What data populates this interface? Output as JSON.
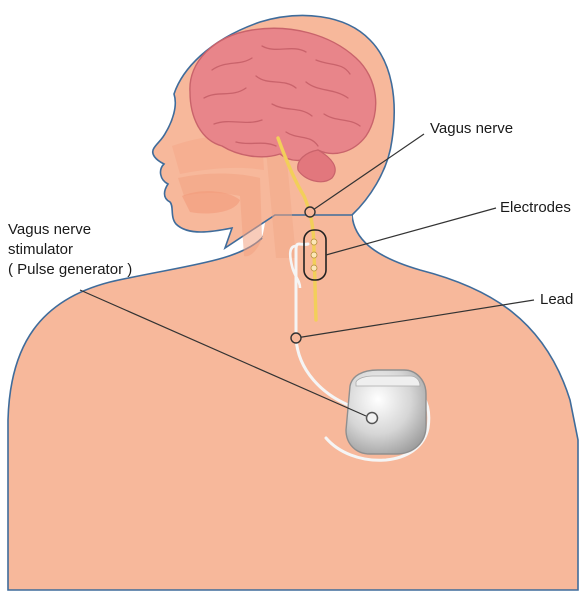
{
  "labels": {
    "vagus_nerve": "Vagus nerve",
    "electrodes": "Electrodes",
    "lead": "Lead",
    "stimulator_line1": "Vagus nerve",
    "stimulator_line2": "stimulator",
    "stimulator_line3": "( Pulse generator )"
  },
  "colors": {
    "skin": "#f7b89b",
    "skin_outline": "#3f6c9b",
    "brain": "#e8858a",
    "brain_outline": "#c9636b",
    "nerve": "#f2cf5a",
    "leader_line": "#333333",
    "device": "#d9d9d9"
  }
}
